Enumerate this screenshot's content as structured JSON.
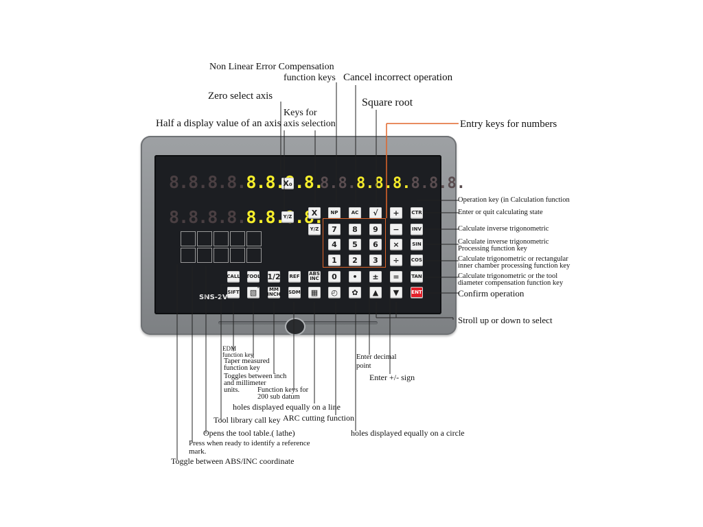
{
  "device": {
    "model": "SNS-2V",
    "display_x_dim": "8.8.8.8.",
    "display_x_lit": "8.8.8.8.",
    "display_y_dim": "8.8.8.8.",
    "display_y_lit": "8.8.8.8.",
    "display_right_dim": "8.8.",
    "display_right_lit": "8.8.8.",
    "display_right_tail": "8.8.8.",
    "keys": {
      "x_zero": "X₀",
      "y_half": "Y/Z",
      "x_sel": "X",
      "y_sel": "Y/Z",
      "np": "NP",
      "ac": "AC",
      "sqrt": "√",
      "plus": "+",
      "ctr": "CTR",
      "k7": "7",
      "k8": "8",
      "k9": "9",
      "minus": "−",
      "inv": "INV",
      "k4": "4",
      "k5": "5",
      "k6": "6",
      "times": "×",
      "sin": "SIN",
      "k1": "1",
      "k2": "2",
      "k3": "3",
      "divide": "÷",
      "cos": "COS",
      "k0": "0",
      "dot": "•",
      "plusminus": "±",
      "equals": "=",
      "tan": "TAN",
      "up": "▲",
      "down": "▼",
      "ent": "ENT",
      "call": "CALL",
      "tool": "TOOL",
      "half": "1/2",
      "ref": "REF",
      "absinc": "ABS INC",
      "sift": "SIFT",
      "taper": "▧",
      "mminch": "MM INCH",
      "sdm": "SDM",
      "line": "▦",
      "arc": "◴",
      "circle": "✿"
    }
  },
  "annotations": {
    "nlec_1": "Non Linear Error Compensation",
    "nlec_2": "function keys",
    "cancel": "Cancel incorrect operation",
    "zero": "Zero select axis",
    "keys_for": "Keys for",
    "axis_sel": "axis selection",
    "sqrt": "Square root",
    "half": "Half a display value of an axis",
    "entry": "Entry keys for numbers",
    "op_key": "Operation key (in Calculation function",
    "enter_quit": "Enter or quit calculating state",
    "inv_trig": "Calculate inverse trigonometric",
    "inv_trig2_1": "Calculate inverse trigonometric",
    "inv_trig2_2": "Processing function key",
    "trig_rect_1": "Calculate trigonometric or rectangular",
    "trig_rect_2": "inner chamber processing function key",
    "trig_tool_1": "Calculate trigonometric or the tool",
    "trig_tool_2": "diameter compensation function key",
    "confirm": "Confirm operation",
    "stroll": "Stroll up or down to select",
    "edm_1": "EDM",
    "edm_2": "function key",
    "taper_1": "Taper measured",
    "taper_2": "function key",
    "toggle_1": "Toggles between inch",
    "toggle_2": "and millimeter",
    "toggle_3": "units.",
    "sub_1": "Function keys for",
    "sub_2": "200 sub datum",
    "holes_line": "holes displayed equally on a  line",
    "tool_lib": "Tool library call key",
    "arc": "ARC cutting function",
    "tool_table": "Opens the tool table.( lathe)",
    "holes_circle": "holes displayed equally on a circle",
    "ref_1": "Press when ready to identify a reference",
    "ref_2": "mark.",
    "abs_inc": "Toggle between ABS/INC coordinate",
    "decimal_1": "Enter decimal",
    "decimal_2": "point",
    "plusminus": "Enter +/- sign"
  }
}
